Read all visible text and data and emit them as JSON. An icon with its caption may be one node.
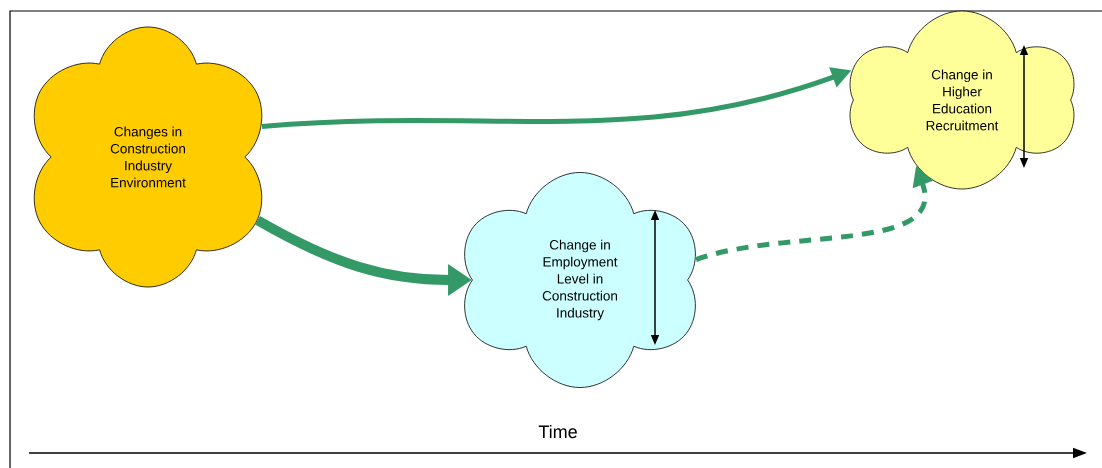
{
  "diagram": {
    "nodes": [
      {
        "text": [
          "Changes in Construction Industry Environment"
        ]
      },
      {
        "text": [
          "Change in Employment Level in Construction Industry"
        ]
      },
      {
        "text": [
          "Change in Higher Education Recruitment"
        ]
      }
    ],
    "edges": [
      {
        "from": 0,
        "to": 2,
        "arrow": "to"
      },
      {
        "from": 0,
        "to": 1,
        "arrow": "to",
        "style": "thick"
      },
      {
        "from": 1,
        "to": 2,
        "arrow": "to",
        "style": "dashed"
      }
    ],
    "labels": [
      "Time"
    ]
  }
}
